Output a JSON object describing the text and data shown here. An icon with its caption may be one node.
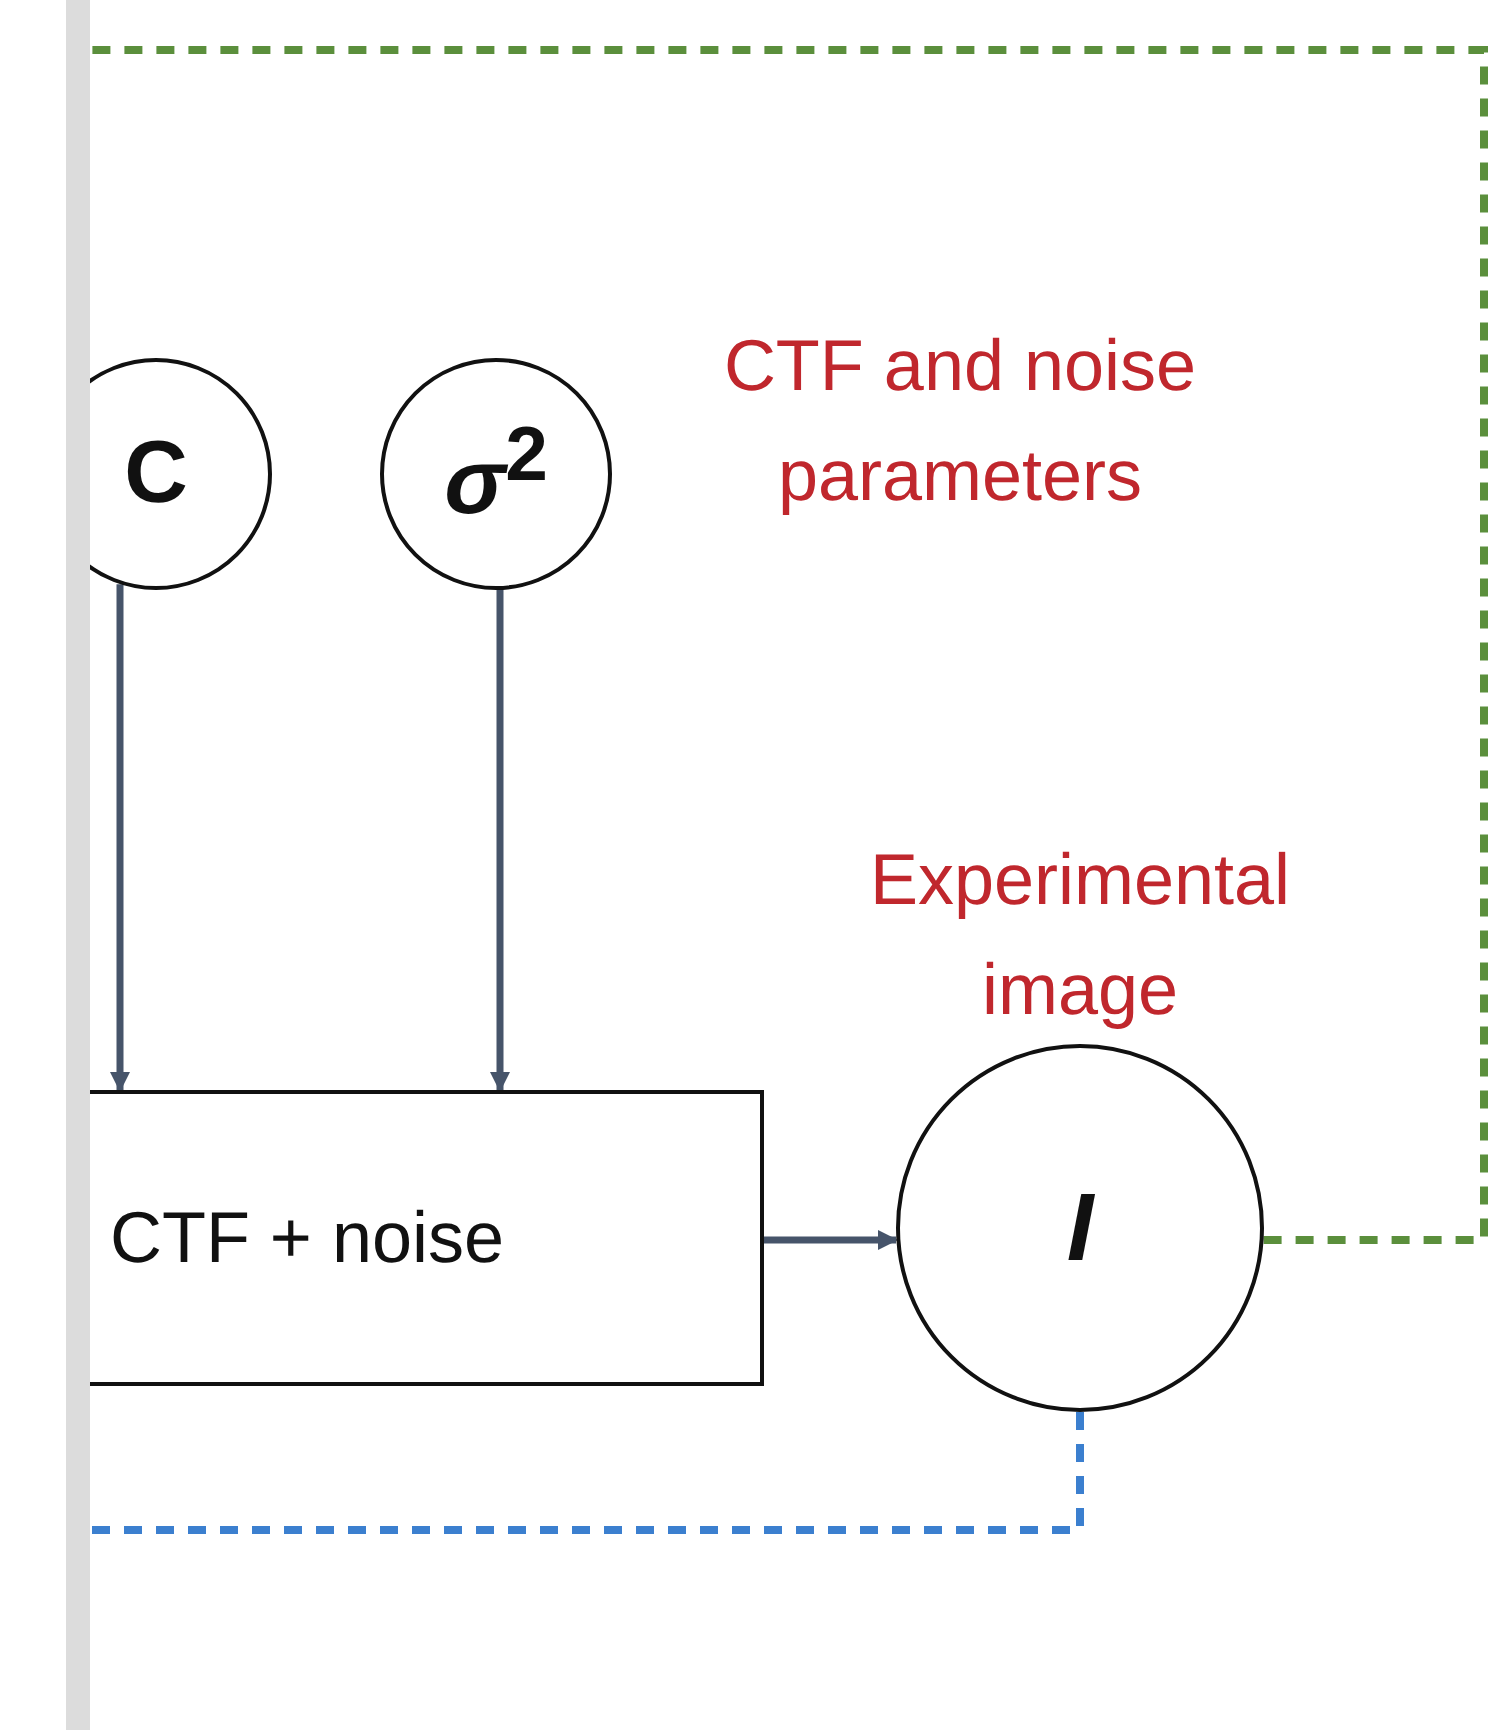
{
  "diagram": {
    "nodes": [
      {
        "text": [
          "C"
        ]
      },
      {
        "text": [
          "*σ*$^{2}$"
        ]
      },
      {
        "text": [
          "CTF + noise"
        ]
      },
      {
        "text": [
          "*I*"
        ],
        "beside": [
          "Experimental image"
        ]
      }
    ],
    "edges": [
      {
        "from": 0,
        "to": 2,
        "arrow": "to"
      },
      {
        "from": 1,
        "to": 2,
        "arrow": "to"
      },
      {
        "from": 2,
        "to": 3,
        "arrow": "to"
      },
      {
        "from": 3,
        "to": null,
        "arrow": "none",
        "style": "dashed",
        "color": "#5b8f3c"
      },
      {
        "from": 3,
        "to": null,
        "arrow": "none",
        "style": "dashed",
        "color": "#3b7fcf"
      }
    ],
    "labels": [
      "CTF and noise parameters"
    ]
  }
}
